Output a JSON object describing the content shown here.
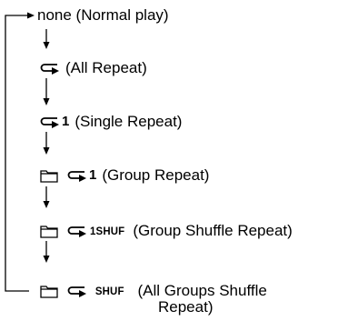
{
  "modes": [
    {
      "id": "none",
      "label": "none (Normal play)"
    },
    {
      "id": "all",
      "label": "(All Repeat)"
    },
    {
      "id": "single",
      "number": "1",
      "label": "(Single Repeat)"
    },
    {
      "id": "group",
      "number": "1",
      "label": "(Group Repeat)"
    },
    {
      "id": "group-shuffle",
      "tag": "1SHUF",
      "label": "(Group Shuffle Repeat)"
    },
    {
      "id": "all-groups-shuffle",
      "tag": "SHUF",
      "label_line1": "(All Groups Shuffle",
      "label_line2": "Repeat)"
    }
  ]
}
